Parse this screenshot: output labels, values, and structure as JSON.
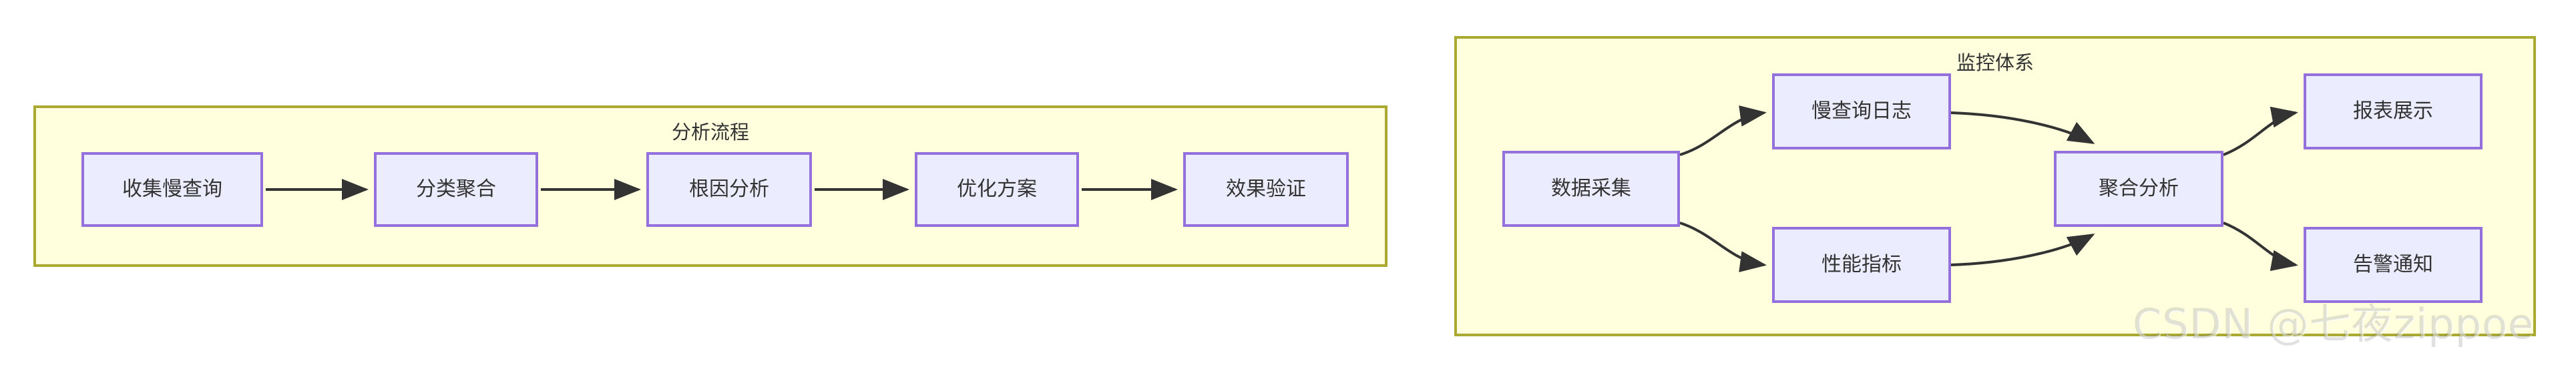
{
  "diagrams": [
    {
      "id": "analysis",
      "title": "分析流程",
      "nodes": [
        {
          "id": "collect",
          "label": "收集慢查询"
        },
        {
          "id": "classify",
          "label": "分类聚合"
        },
        {
          "id": "rootcause",
          "label": "根因分析"
        },
        {
          "id": "optimize",
          "label": "优化方案"
        },
        {
          "id": "verify",
          "label": "效果验证"
        }
      ],
      "edges": [
        {
          "from": "collect",
          "to": "classify",
          "style": "straight"
        },
        {
          "from": "classify",
          "to": "rootcause",
          "style": "straight"
        },
        {
          "from": "rootcause",
          "to": "optimize",
          "style": "straight"
        },
        {
          "from": "optimize",
          "to": "verify",
          "style": "straight"
        }
      ]
    },
    {
      "id": "monitoring",
      "title": "监控体系",
      "nodes": [
        {
          "id": "collect-data",
          "label": "数据采集"
        },
        {
          "id": "slowlog",
          "label": "慢查询日志"
        },
        {
          "id": "perfmetric",
          "label": "性能指标"
        },
        {
          "id": "aggregate",
          "label": "聚合分析"
        },
        {
          "id": "report",
          "label": "报表展示"
        },
        {
          "id": "alert",
          "label": "告警通知"
        }
      ],
      "edges": [
        {
          "from": "collect-data",
          "to": "slowlog",
          "style": "curved"
        },
        {
          "from": "collect-data",
          "to": "perfmetric",
          "style": "curved"
        },
        {
          "from": "slowlog",
          "to": "aggregate",
          "style": "curved"
        },
        {
          "from": "perfmetric",
          "to": "aggregate",
          "style": "curved"
        },
        {
          "from": "aggregate",
          "to": "report",
          "style": "curved"
        },
        {
          "from": "aggregate",
          "to": "alert",
          "style": "curved"
        }
      ]
    }
  ],
  "watermark": {
    "text": "CSDN @七夜zippoe"
  },
  "colors": {
    "subgraph_fill": "#ffffde",
    "subgraph_border": "#aaaa33",
    "node_fill": "#ececff",
    "node_border": "#9370db",
    "edge_stroke": "#333333",
    "text": "#333333",
    "page_background": "#ffffff"
  }
}
